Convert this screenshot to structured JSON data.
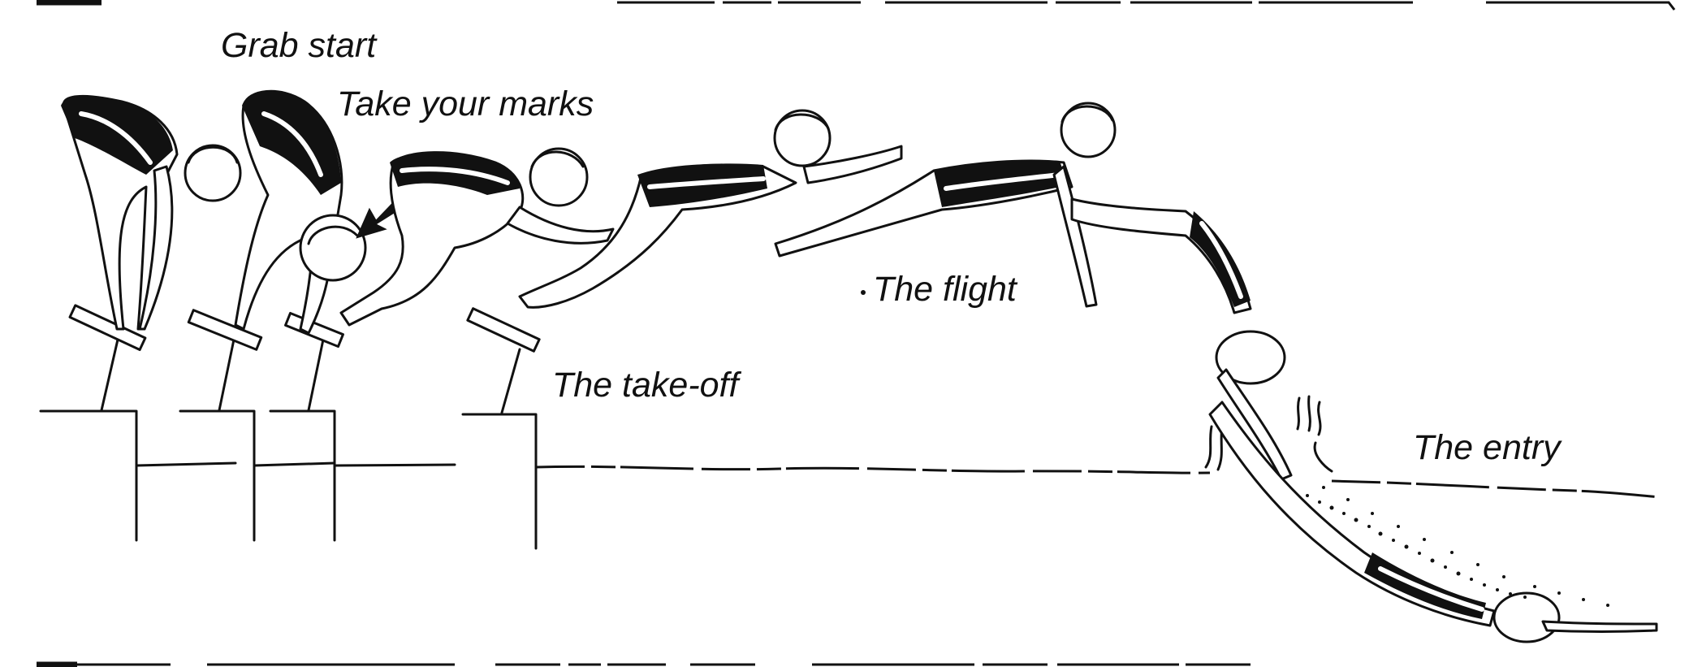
{
  "labels": {
    "grab_start": "Grab start",
    "take_your_marks": "Take your marks",
    "take_off": "The take-off",
    "flight": "The flight",
    "entry": "The entry"
  },
  "colors": {
    "ink": "#111111",
    "paper": "#ffffff"
  },
  "icons": [
    "down-arrow-icon"
  ]
}
